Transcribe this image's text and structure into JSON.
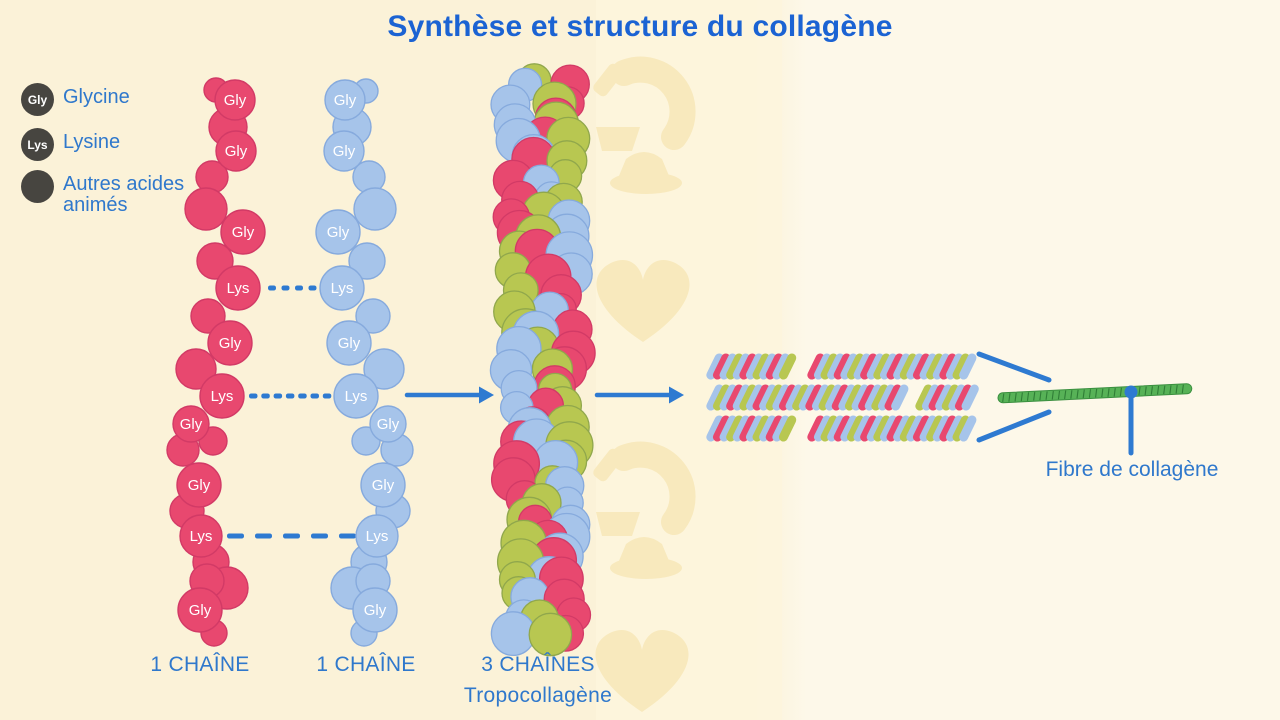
{
  "title": "Synthèse et structure du collagène",
  "legend": {
    "items": [
      {
        "badge": "Gly",
        "label": "Glycine"
      },
      {
        "badge": "Lys",
        "label": "Lysine"
      },
      {
        "badge": "",
        "label_lines": [
          "Autres acides",
          "animés"
        ]
      }
    ]
  },
  "chain1": {
    "caption": "1 CHAÎNE",
    "sequence": [
      "Gly",
      "Gly",
      "Gly",
      "Lys",
      "Gly",
      "Lys",
      "Gly",
      "Gly",
      "Lys",
      "Gly"
    ]
  },
  "chain2": {
    "caption": "1 CHAÎNE",
    "sequence": [
      "Gly",
      "Gly",
      "Gly",
      "Lys",
      "Gly",
      "Lys",
      "Gly",
      "Gly",
      "Lys",
      "Gly"
    ]
  },
  "helix": {
    "caption_line1": "3 CHAÎNES",
    "caption_line2": "Tropocollagène"
  },
  "fiber": {
    "label": "Fibre de collagène"
  },
  "colors": {
    "background_left": "#fbf2d8",
    "background_right": "#fdf8e9",
    "band": "#fdf5dd",
    "watermark": "#f8e9bd",
    "title_blue": "#1b63d3",
    "label_blue": "#2f78cc",
    "legend_dark": "#474540",
    "pink": "#e8486f",
    "pink_stroke": "#d23a66",
    "blue": "#a6c4ea",
    "blue_stroke": "#86aadd",
    "olive": "#b8c751",
    "olive_stroke": "#90a74c",
    "fiber_green": "#57b257",
    "fiber_stroke": "#3a8f3f",
    "fiber_tick": "#2f7d36",
    "arrow_blue": "#2e7ad1",
    "bead_text": "#ffffff"
  }
}
